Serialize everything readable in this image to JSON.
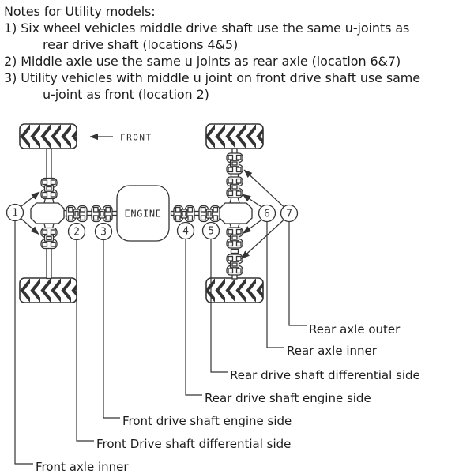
{
  "colors": {
    "background": "#ffffff",
    "line": "#333333",
    "text": "#1c1c1c"
  },
  "notes": {
    "title": "Notes for Utility models:",
    "lines": [
      "1) Six wheel vehicles middle drive shaft use the same u-joints as",
      "rear drive shaft (locations 4&5)",
      "2) Middle axle use the same u joints as rear axle (location 6&7)",
      "3) Utility vehicles with middle u joint on front drive shaft use same",
      "u-joint as front (location 2)"
    ]
  },
  "diagram": {
    "front_label": "FRONT",
    "engine_label": "ENGINE"
  },
  "callouts": [
    {
      "number": "1",
      "text": "Front axle inner"
    },
    {
      "number": "2",
      "text": "Front Drive shaft differential side"
    },
    {
      "number": "3",
      "text": "Front drive shaft engine side"
    },
    {
      "number": "4",
      "text": "Rear drive shaft engine side"
    },
    {
      "number": "5",
      "text": "Rear drive shaft differential side"
    },
    {
      "number": "6",
      "text": "Rear axle inner"
    },
    {
      "number": "7",
      "text": "Rear axle outer"
    }
  ]
}
